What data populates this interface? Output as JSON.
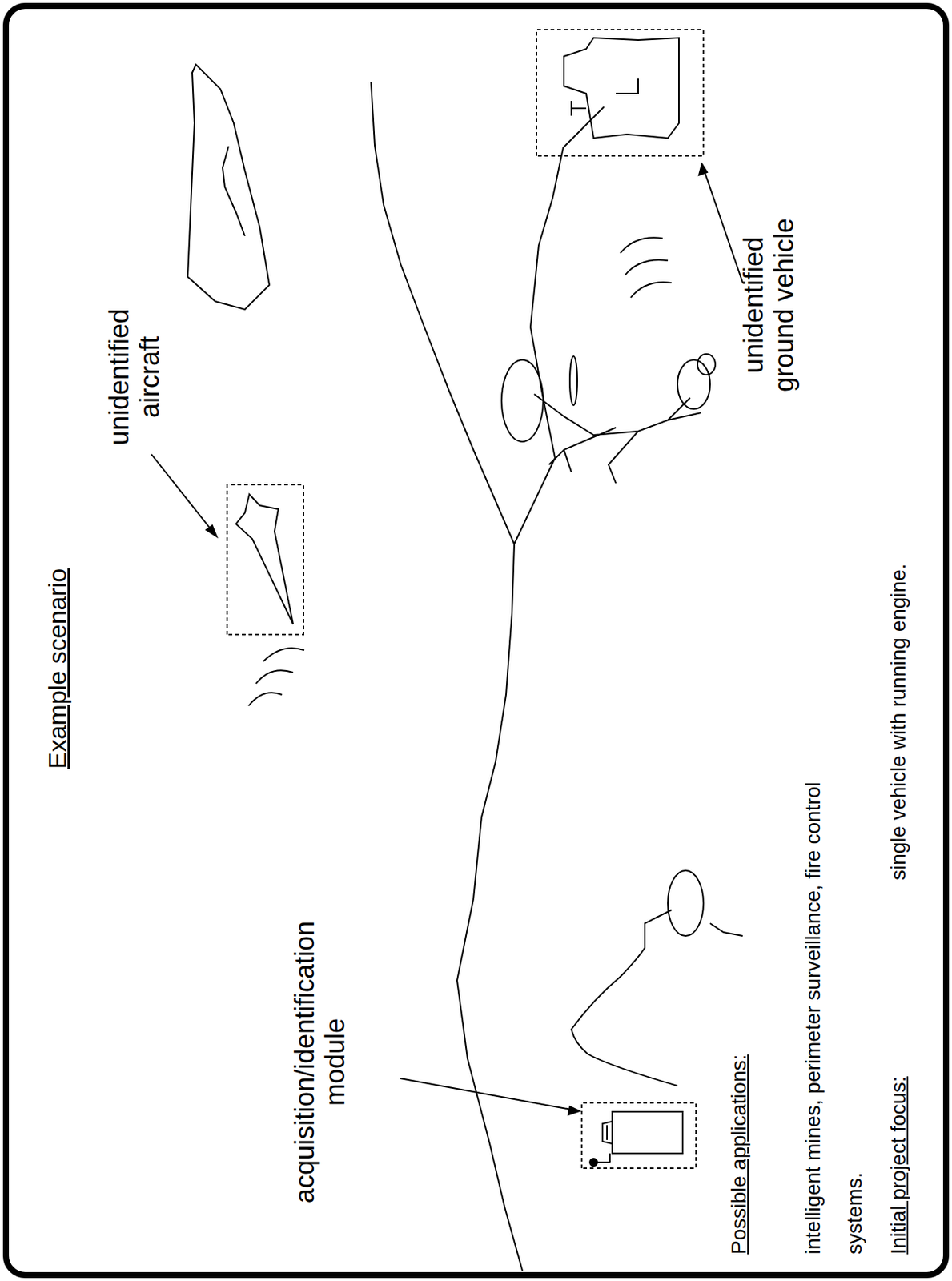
{
  "diagram": {
    "title": "Example scenario",
    "labels": [
      "unidentified aircraft",
      "unidentified ground vehicle",
      "acquisition/identification module",
      "Possible applications:",
      "intelligent mines, perimeter surveillance, fire control systems.",
      "Initial project focus:",
      "single vehicle with running engine."
    ]
  }
}
